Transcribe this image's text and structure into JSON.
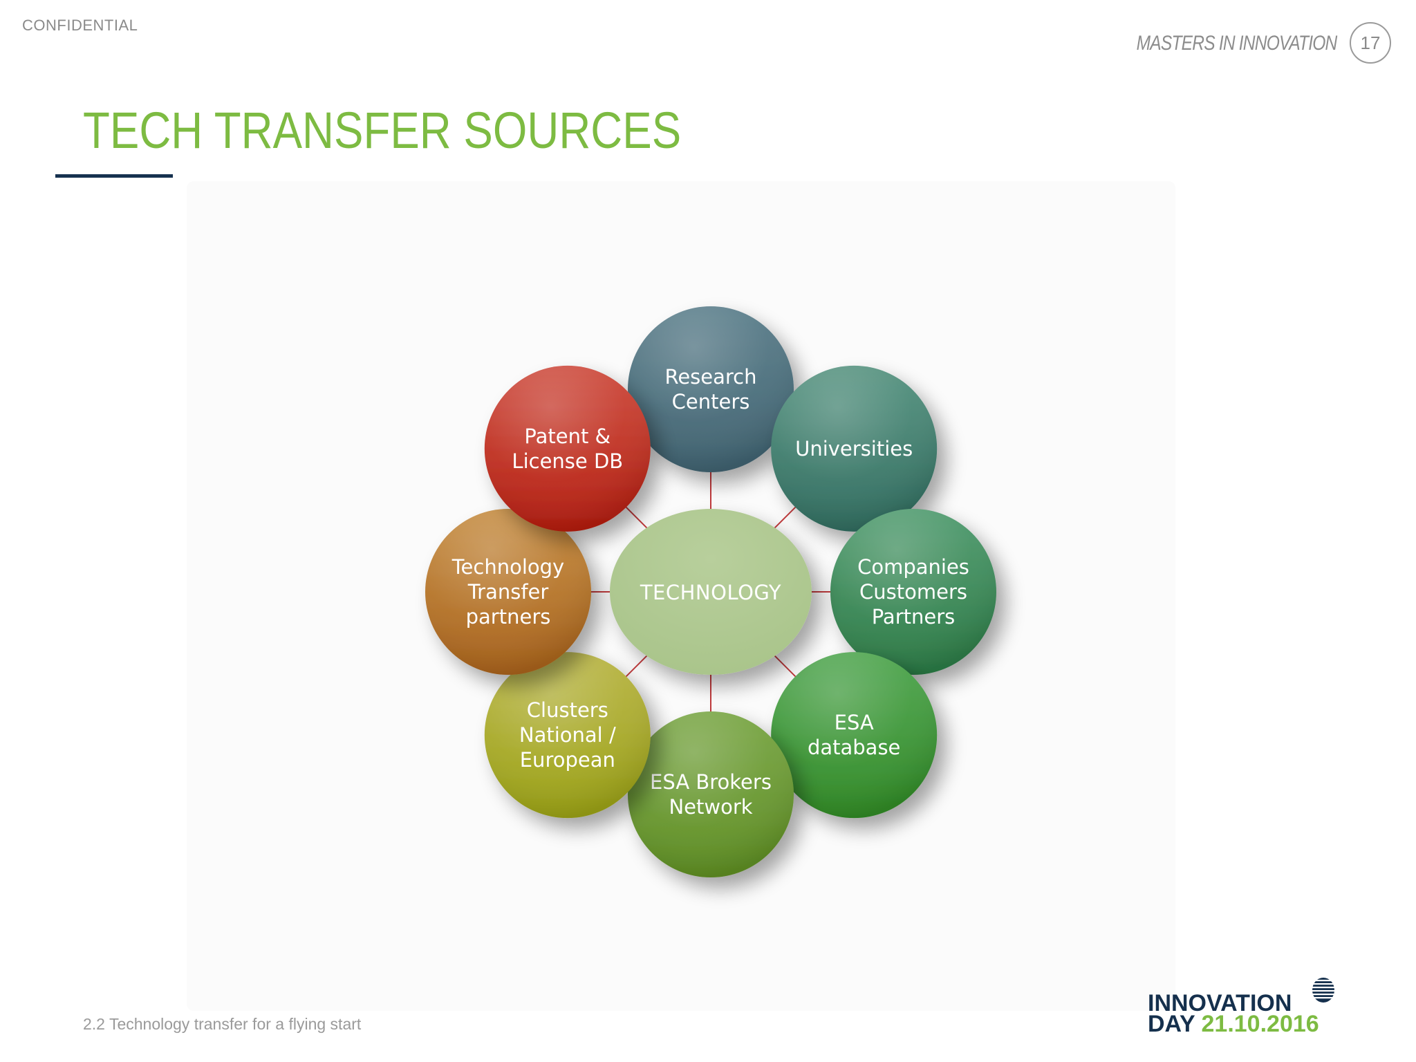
{
  "header": {
    "confidential": "CONFIDENTIAL",
    "masters": "MASTERS IN INNOVATION",
    "page_number": "17"
  },
  "title": "TECH TRANSFER SOURCES",
  "diagram": {
    "center": {
      "label": "TECHNOLOGY",
      "color": "#a9c48a"
    },
    "connector_color": "#c0393b",
    "nodes": [
      {
        "id": "research",
        "lines": [
          "Research",
          "Centers"
        ],
        "color_top": "#5a7d8a",
        "color_bottom": "#3f6270"
      },
      {
        "id": "universities",
        "lines": [
          "Universities"
        ],
        "color_top": "#55927f",
        "color_bottom": "#2f6c5f"
      },
      {
        "id": "companies",
        "lines": [
          "Companies",
          "Customers",
          "Partners"
        ],
        "color_top": "#4f9a6e",
        "color_bottom": "#2a7a44"
      },
      {
        "id": "esa-database",
        "lines": [
          "ESA",
          "database"
        ],
        "color_top": "#4fa54f",
        "color_bottom": "#2f8a24"
      },
      {
        "id": "esa-brokers",
        "lines": [
          "ESA Brokers",
          "Network"
        ],
        "color_top": "#78a544",
        "color_bottom": "#5e8e22"
      },
      {
        "id": "clusters",
        "lines": [
          "Clusters",
          "National /",
          "European"
        ],
        "color_top": "#b8b444",
        "color_bottom": "#9ba214"
      },
      {
        "id": "tt-partners",
        "lines": [
          "Technology",
          "Transfer",
          "partners"
        ],
        "color_top": "#c48a3e",
        "color_bottom": "#a9621a"
      },
      {
        "id": "patent",
        "lines": [
          "Patent &",
          "License DB"
        ],
        "color_top": "#cd4a3c",
        "color_bottom": "#b41c0e"
      }
    ]
  },
  "footer": {
    "text": "2.2 Technology transfer for a flying start"
  },
  "logo": {
    "line1": "INNOVATION",
    "line2_prefix": "DAY ",
    "date": "21.10.2016"
  }
}
